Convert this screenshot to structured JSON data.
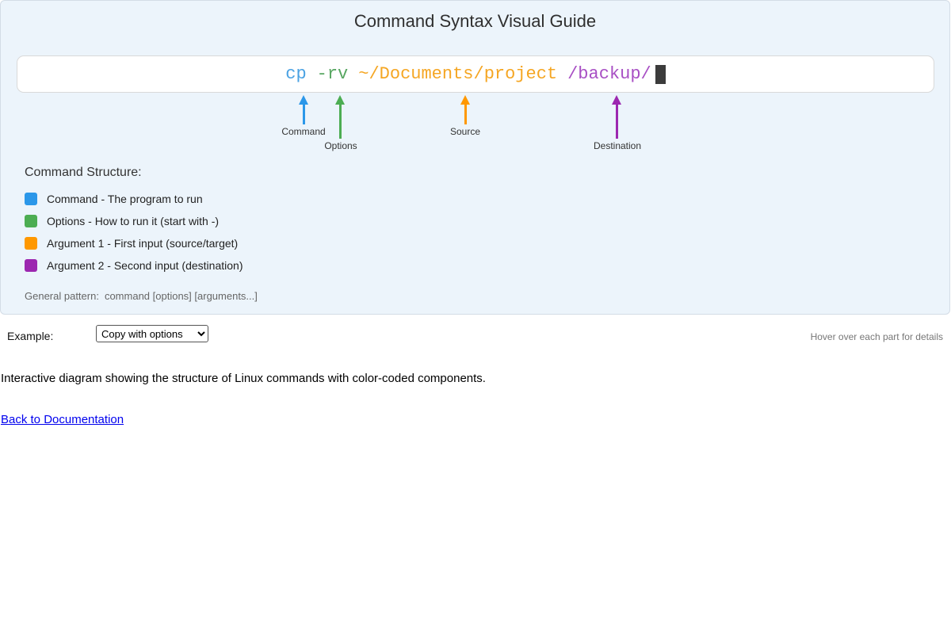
{
  "page": {
    "title": "Command Syntax Visual Guide",
    "caption": "Interactive diagram showing the structure of Linux commands with color-coded components.",
    "back_link_label": "Back to Documentation"
  },
  "command_line": {
    "full_command": "cp -rv ~/Documents/project /backup/",
    "cursor_color": "#3c3c3c"
  },
  "parts": [
    {
      "token": "cp",
      "label": "Command",
      "legend": "Command - The program to run",
      "color": "#2b97e9",
      "text_color": "#4aa2e3"
    },
    {
      "token": "-rv",
      "label": "Options",
      "legend": "Options - How to run it (start with -)",
      "color": "#4cad52",
      "text_color": "#57a661"
    },
    {
      "token": "~/Documents/project",
      "label": "Source",
      "legend": "Argument 1 - First input (source/target)",
      "color": "#ff9800",
      "text_color": "#f5a623"
    },
    {
      "token": "/backup/",
      "label": "Destination",
      "legend": "Argument 2 - Second input (destination)",
      "color": "#9c27b0",
      "text_color": "#a84fc4"
    }
  ],
  "legend": {
    "heading": "Command Structure:",
    "general_pattern_label": "General pattern:",
    "general_pattern": "command [options] [arguments...]"
  },
  "controls": {
    "example_label": "Example:",
    "selected_example": "Copy with options",
    "hint": "Hover over each part for details"
  }
}
